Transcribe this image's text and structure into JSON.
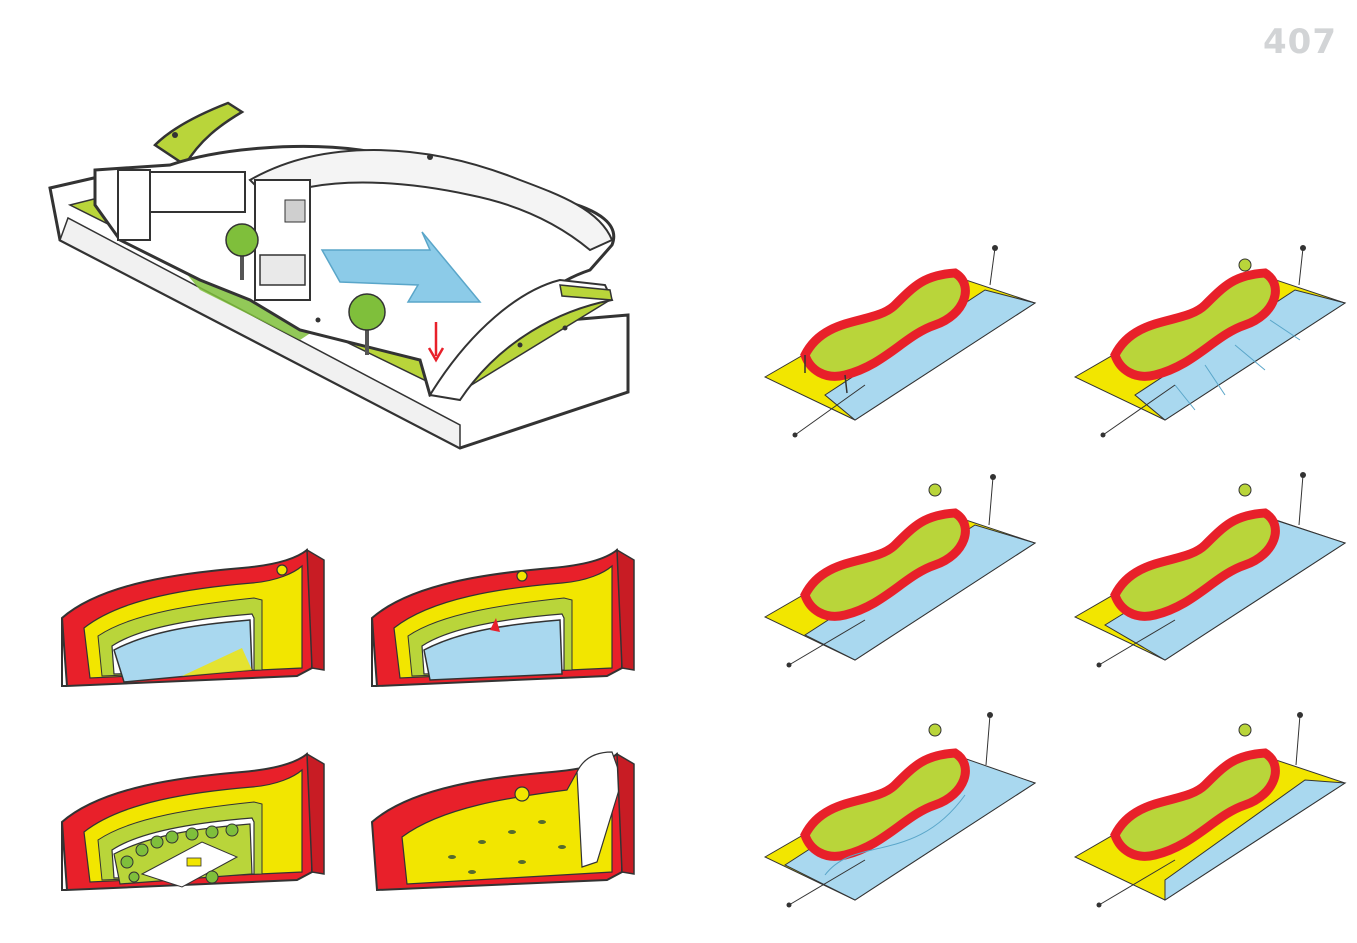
{
  "page": {
    "number": "407"
  },
  "colors": {
    "red": "#e8202a",
    "yellow": "#f2e600",
    "lime": "#b9d53a",
    "green": "#7fbf3b",
    "water": "#a9d8ef",
    "outline": "#333333",
    "arrow_blue": "#8ccbe8"
  },
  "figures": {
    "building_axonometric": {
      "icon": "building-axonometric-drawing"
    },
    "section_cuts": [
      {
        "name": "section-cut-water-1",
        "fill": "water"
      },
      {
        "name": "section-cut-water-2",
        "fill": "water"
      },
      {
        "name": "section-cut-playground",
        "fill": "park"
      },
      {
        "name": "section-cut-meadow",
        "fill": "meadow"
      }
    ],
    "site_plans": [
      {
        "name": "site-plan-1"
      },
      {
        "name": "site-plan-2"
      },
      {
        "name": "site-plan-3"
      },
      {
        "name": "site-plan-4"
      },
      {
        "name": "site-plan-5"
      },
      {
        "name": "site-plan-6"
      }
    ]
  }
}
